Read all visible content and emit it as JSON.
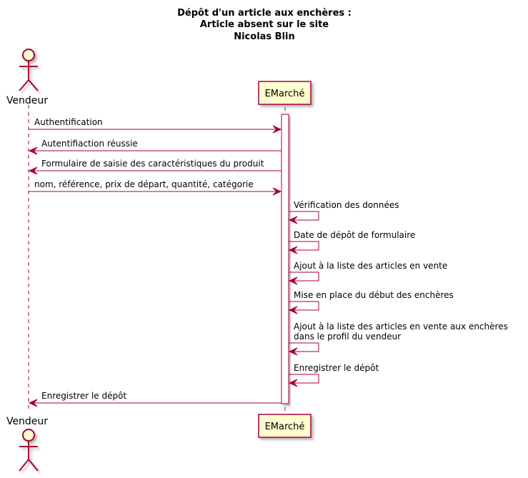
{
  "title": [
    "Dépôt d'un article aux enchères :",
    "Article absent sur le site",
    "Nicolas Blin"
  ],
  "participants": {
    "vendeur": {
      "label": "Vendeur",
      "kind": "actor"
    },
    "emarche": {
      "label": "EMarché",
      "kind": "participant"
    }
  },
  "messages": [
    {
      "from": "vendeur",
      "to": "emarche",
      "lines": [
        "Authentification"
      ]
    },
    {
      "from": "emarche",
      "to": "vendeur",
      "lines": [
        "Autentifiaction réussie"
      ]
    },
    {
      "from": "emarche",
      "to": "vendeur",
      "lines": [
        "Formulaire de saisie des caractéristiques du produit"
      ]
    },
    {
      "from": "vendeur",
      "to": "emarche",
      "lines": [
        "nom, référence, prix de départ, quantité, catégorie"
      ]
    },
    {
      "from": "emarche",
      "to": "emarche",
      "lines": [
        "Vérification des données"
      ]
    },
    {
      "from": "emarche",
      "to": "emarche",
      "lines": [
        "Date de dépôt de formulaire"
      ]
    },
    {
      "from": "emarche",
      "to": "emarche",
      "lines": [
        "Ajout à la liste des articles en vente"
      ]
    },
    {
      "from": "emarche",
      "to": "emarche",
      "lines": [
        "Mise en place du début des enchères"
      ]
    },
    {
      "from": "emarche",
      "to": "emarche",
      "lines": [
        "Ajout à la liste des articles en vente aux enchères",
        "dans le profil du vendeur"
      ]
    },
    {
      "from": "emarche",
      "to": "emarche",
      "lines": [
        "Enregistrer le dépôt"
      ]
    },
    {
      "from": "emarche",
      "to": "vendeur",
      "lines": [
        "Enregistrer le dépôt"
      ]
    }
  ],
  "colors": {
    "line": "#A80036",
    "actor_fill": "#FEFECE",
    "box_fill": "#FEFECE",
    "activation_fill": "#FFFFFF",
    "shadow": "#C8C8C8"
  }
}
